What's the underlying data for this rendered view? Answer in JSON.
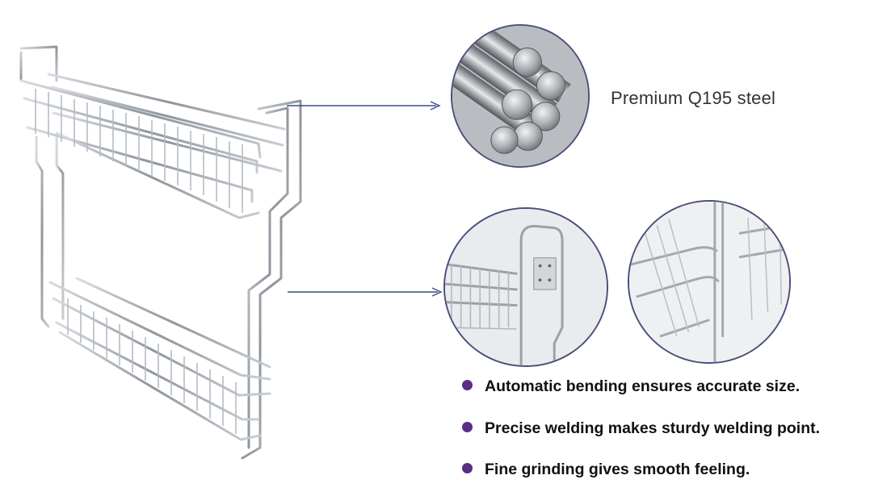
{
  "steel": {
    "label": "Premium Q195 steel"
  },
  "features": [
    "Automatic bending ensures accurate size.",
    "Precise welding makes sturdy welding point.",
    "Fine grinding gives smooth feeling."
  ],
  "colors": {
    "bullet": "#5b2d86",
    "pointer_line": "#3d4a8a",
    "circle_border": "#4a4f7a"
  }
}
